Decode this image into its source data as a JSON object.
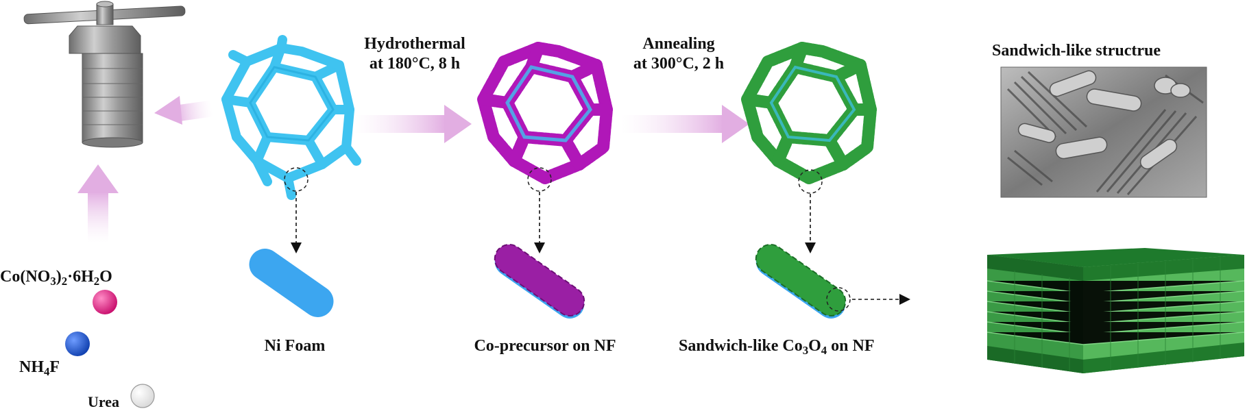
{
  "steps": {
    "hydrothermal_line1": "Hydrothermal",
    "hydrothermal_line2": "at 180°C, 8 h",
    "annealing_line1": "Annealing",
    "annealing_line2": "at 300°C, 2 h"
  },
  "labels": {
    "ni_foam": "Ni Foam",
    "co_precursor": "Co-precursor on NF",
    "product_prefix": "Sandwich-like Co",
    "product_sub1": "3",
    "product_mid": "O",
    "product_sub2": "4",
    "product_suffix": " on NF",
    "sem_title": "Sandwich-like structrue"
  },
  "reagents": {
    "cobalt_prefix": "Co(NO",
    "cobalt_sub1": "3",
    "cobalt_mid": ")",
    "cobalt_sub2": "2",
    "cobalt_mid2": "·6H",
    "cobalt_sub3": "2",
    "cobalt_suffix": "O",
    "nh4f_prefix": "NH",
    "nh4f_sub": "4",
    "nh4f_suffix": "F",
    "urea": "Urea"
  },
  "colors": {
    "nickel_blue": "#3fc3f0",
    "precursor_magenta": "#b017b8",
    "oxide_green": "#2f9e3d",
    "arrow_pink": "#e4b6e4",
    "cobalt_ball": "#e0157f",
    "nh4f_ball": "#1a56d6",
    "urea_ball": "#ffffff",
    "autoclave_gray": "#9a9a9a"
  },
  "icons": [
    "autoclave-icon",
    "ni-foam-dodecahedron",
    "co-precursor-foam",
    "co3o4-foam",
    "sem-image",
    "sandwich-structure-3d"
  ]
}
